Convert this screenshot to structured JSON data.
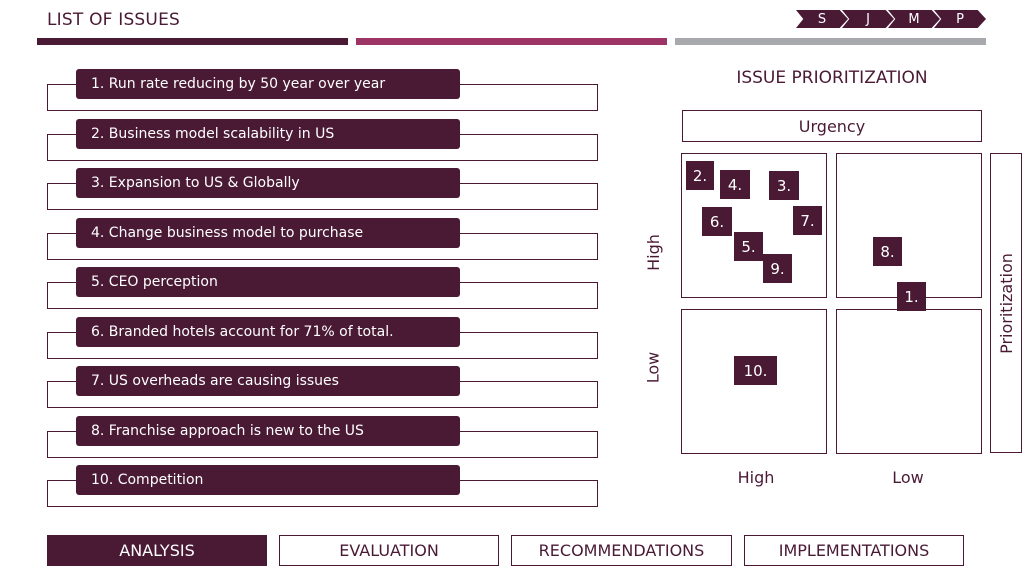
{
  "header": {
    "title": "LIST OF ISSUES",
    "steps": [
      "S",
      "J",
      "M",
      "P"
    ],
    "bar_colors": [
      "#4a1a35",
      "#9c3465",
      "#a7a9ac"
    ]
  },
  "issues": [
    "1. Run rate reducing by 50 year over year",
    "2. Business model scalability in US",
    "3. Expansion to US & Globally",
    "4. Change business model to purchase",
    "5. CEO perception",
    "6. Branded hotels account for 71% of total.",
    "7. US overheads are causing issues",
    "8. Franchise approach is new to the US",
    "10. Competition"
  ],
  "prioritization": {
    "title": "ISSUE PRIORITIZATION",
    "top_label": "Urgency",
    "side_label": "Prioritization",
    "row_labels": [
      "High",
      "Low"
    ],
    "col_labels": [
      "High",
      "Low"
    ],
    "markers": [
      "2.",
      "4.",
      "3.",
      "6.",
      "7.",
      "5.",
      "9.",
      "8.",
      "1.",
      "10."
    ]
  },
  "tabs": [
    {
      "label": "ANALYSIS",
      "active": true
    },
    {
      "label": "EVALUATION",
      "active": false
    },
    {
      "label": "RECOMMENDATIONS",
      "active": false
    },
    {
      "label": "IMPLEMENTATIONS",
      "active": false
    }
  ],
  "colors": {
    "primary": "#4a1a35",
    "accent": "#9c3465",
    "neutral": "#a7a9ac"
  }
}
